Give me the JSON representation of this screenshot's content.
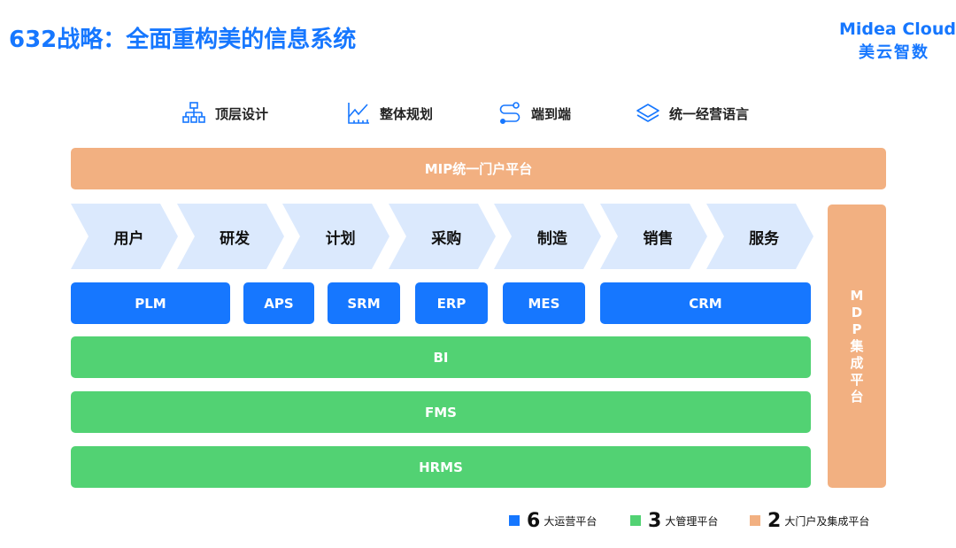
{
  "header": {
    "title": "632战略：全面重构美的信息系统",
    "logo_en": "Midea Cloud",
    "logo_cn": "美云智数"
  },
  "principles": [
    {
      "icon": "org-chart-icon",
      "label": "顶层设计"
    },
    {
      "icon": "chart-ruler-icon",
      "label": "整体规划"
    },
    {
      "icon": "route-icon",
      "label": "端到端"
    },
    {
      "icon": "layers-icon",
      "label": "统一经营语言"
    }
  ],
  "portal": {
    "label": "MIP统一门户平台"
  },
  "value_chain": [
    "用户",
    "研发",
    "计划",
    "采购",
    "制造",
    "销售",
    "服务"
  ],
  "operation_systems": [
    "PLM",
    "APS",
    "SRM",
    "ERP",
    "MES",
    "CRM"
  ],
  "management_systems": [
    "BI",
    "FMS",
    "HRMS"
  ],
  "integration": {
    "label": "MDP集成平台"
  },
  "legend": [
    {
      "number": "6",
      "text": "大运营平台",
      "color": "#1677ff"
    },
    {
      "number": "3",
      "text": "大管理平台",
      "color": "#52d273"
    },
    {
      "number": "2",
      "text": "大门户及集成平台",
      "color": "#f2b081"
    }
  ],
  "colors": {
    "brand_blue": "#1677ff",
    "green": "#52d273",
    "orange": "#f2b081",
    "chevron": "#dbe9fd"
  }
}
